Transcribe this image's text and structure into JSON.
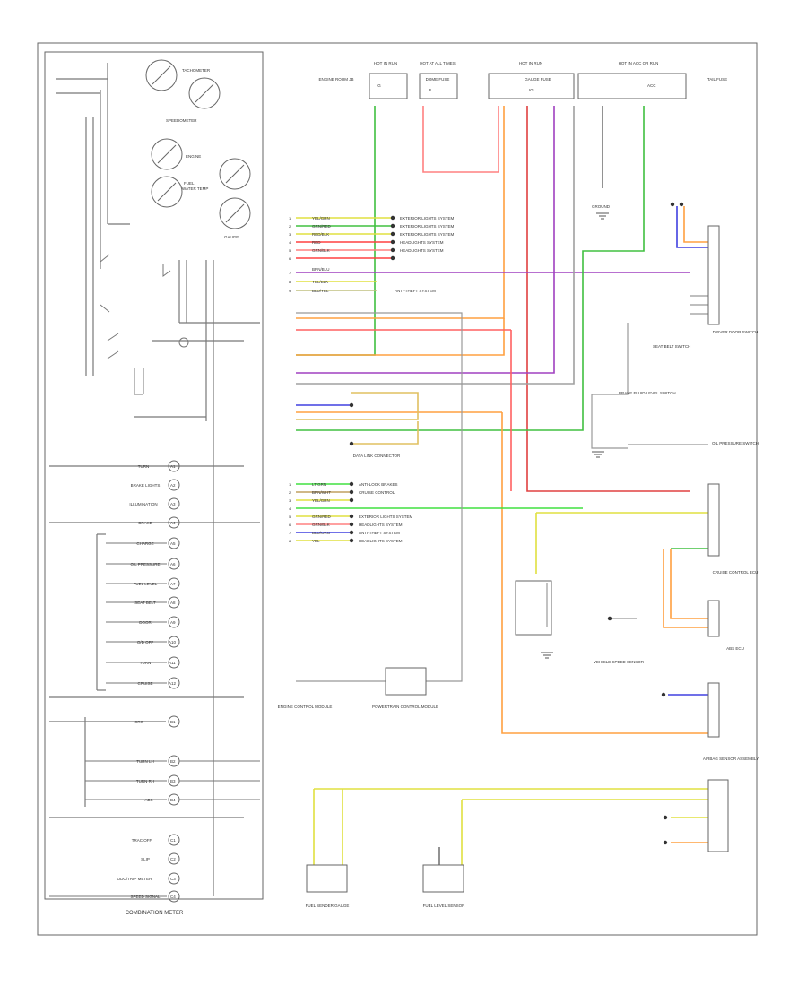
{
  "page_footer": "",
  "cluster": {
    "title": "COMBINATION METER",
    "gauges": {
      "tachometer": "TACHOMETER",
      "speedometer": "SPEEDOMETER",
      "gauge_a": "ENGINE",
      "gauge_b": "FUEL",
      "gauge_c": "WATER TEMP",
      "gauge_c2": "GAUGE"
    },
    "rows": [
      {
        "label": "TURN",
        "pin": "A1"
      },
      {
        "label": "BRAKE LIGHTS",
        "pin": "A2"
      },
      {
        "label": "ILLUMINATION",
        "pin": "A3"
      },
      {
        "label": "BRAKE",
        "pin": "A4"
      },
      {
        "label": "CHARGE",
        "pin": "A5"
      },
      {
        "label": "OIL PRESSURE",
        "pin": "A6"
      },
      {
        "label": "FUEL LEVEL",
        "pin": "A7"
      },
      {
        "label": "SEAT BELT",
        "pin": "A8"
      },
      {
        "label": "DOOR",
        "pin": "A9"
      },
      {
        "label": "O/D OFF",
        "pin": "A10"
      },
      {
        "label": "TURN",
        "pin": "A11"
      },
      {
        "label": "CRUISE",
        "pin": "A12"
      },
      {
        "label": "SRS",
        "pin": "B1"
      },
      {
        "label": "TURN LH",
        "pin": "B2"
      },
      {
        "label": "TURN RH",
        "pin": "B3"
      },
      {
        "label": "ABS",
        "pin": "B4"
      },
      {
        "label": "TRAC OFF",
        "pin": "C1"
      },
      {
        "label": "SLIP",
        "pin": "C2"
      },
      {
        "label": "ODO/TRIP METER",
        "pin": "C3"
      },
      {
        "label": "SPEED SIGNAL",
        "pin": "C4"
      }
    ]
  },
  "top_connectors": [
    {
      "title": "HOT IN RUN",
      "sub": "ENGINE ROOM JB",
      "pin": "IG"
    },
    {
      "title": "HOT AT ALL TIMES",
      "sub": "DOME FUSE",
      "pin": "B"
    },
    {
      "title": "HOT IN RUN",
      "sub": "GAUGE FUSE",
      "pin": "IG"
    },
    {
      "title": "HOT IN ACC OR RUN",
      "sub": "TAIL FUSE",
      "pin": "ACC"
    }
  ],
  "left_wires": [
    {
      "color": "YEL/GRN",
      "note": "EXTERIOR LIGHTS SYSTEM"
    },
    {
      "color": "GRN/RED",
      "note": "EXTERIOR LIGHTS SYSTEM"
    },
    {
      "color": "RED/BLK",
      "note": "EXTERIOR LIGHTS SYSTEM"
    },
    {
      "color": "RED",
      "note": "HEADLIGHTS SYSTEM"
    },
    {
      "color": "GRN/BLK",
      "note": "HEADLIGHTS SYSTEM"
    },
    {
      "color": "BRN/BLU",
      "note": ""
    },
    {
      "color": "YEL/BLK",
      "note": "ANTI-THEFT SYSTEM"
    },
    {
      "color": "BLU/YEL",
      "note": ""
    }
  ],
  "lower_wires": [
    {
      "color": "LT GRN",
      "note": "ANTI-LOCK BRAKES"
    },
    {
      "color": "BRN/WHT",
      "note": "CRUISE CONTROL"
    },
    {
      "color": "YEL/GRN",
      "note": ""
    },
    {
      "color": "GRN/RED",
      "note": "EXTERIOR LIGHTS SYSTEM"
    },
    {
      "color": "GRN/BLK",
      "note": "HEADLIGHTS SYSTEM"
    },
    {
      "color": "BLU/ORG",
      "note": "ANTI-THEFT SYSTEM"
    },
    {
      "color": "YEL",
      "note": "HEADLIGHTS SYSTEM"
    }
  ],
  "components": {
    "door_switch": "DRIVER DOOR SWITCH",
    "seatbelt": "SEAT BELT SWITCH",
    "brake_fluid": "BRAKE FLUID LEVEL SWITCH",
    "oil_pressure": "OIL PRESSURE SWITCH",
    "cruise_ecu": "CRUISE CONTROL ECU",
    "abs_ecu": "ABS ECU",
    "airbag": "AIRBAG SENSOR ASSEMBLY",
    "fuel_pump_sender": "FUEL SENDER GAUGE",
    "fuel_sender": "FUEL LEVEL SENSOR",
    "ground": "GROUND",
    "data_link": "DATA LINK CONNECTOR",
    "engine_ecm": "ENGINE CONTROL MODULE",
    "pcm": "POWERTRAIN CONTROL MODULE",
    "vss": "VEHICLE SPEED SENSOR"
  }
}
